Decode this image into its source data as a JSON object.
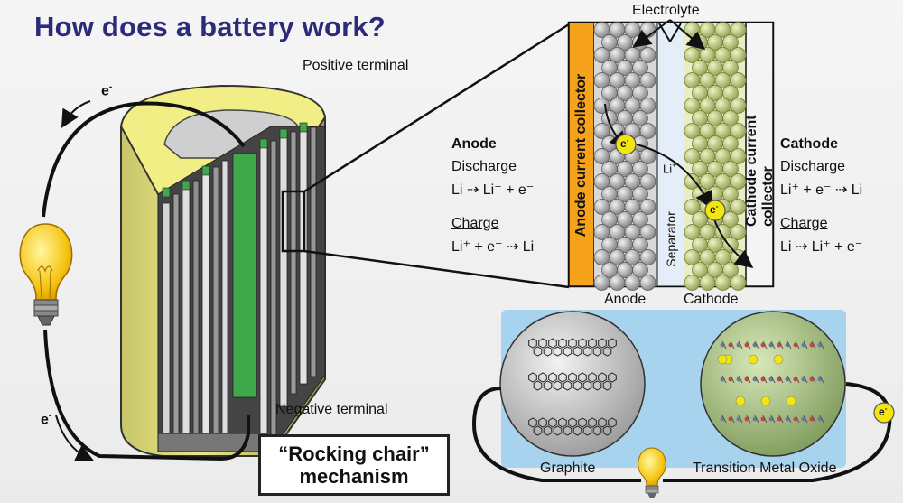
{
  "title": "How does a battery work?",
  "labels": {
    "positive_terminal": "Positive terminal",
    "negative_terminal": "Negative terminal",
    "electrolyte": "Electrolyte",
    "anode_collector": "Anode current collector",
    "cathode_collector": "Cathode current collector",
    "separator": "Separator",
    "anode_bottom": "Anode",
    "cathode_bottom": "Cathode",
    "li_plus": "Li+",
    "electron": "e-",
    "graphite": "Graphite",
    "tmo": "Transition Metal Oxide"
  },
  "anode": {
    "heading": "Anode",
    "discharge_label": "Discharge",
    "discharge_eq": "Li ⇢ Li⁺ + e⁻",
    "charge_label": "Charge",
    "charge_eq": "Li⁺ + e⁻ ⇢ Li"
  },
  "cathode": {
    "heading": "Cathode",
    "discharge_label": "Discharge",
    "discharge_eq": "Li⁺ + e⁻ ⇢ Li",
    "charge_label": "Charge",
    "charge_eq": "Li ⇢ Li⁺ + e⁻"
  },
  "rocking_chair": {
    "line1": "“Rocking chair”",
    "line2": "mechanism"
  },
  "colors": {
    "title": "#2b2b7a",
    "collector": "#f7a21b",
    "cathode_particle": "#c9d78a",
    "anode_particle": "#b5b5b5",
    "green_electrode": "#3fa84a",
    "casing": "#e9e67a",
    "blue_panel": "#a8d3ef",
    "electron_yellow": "#f3e60f"
  }
}
